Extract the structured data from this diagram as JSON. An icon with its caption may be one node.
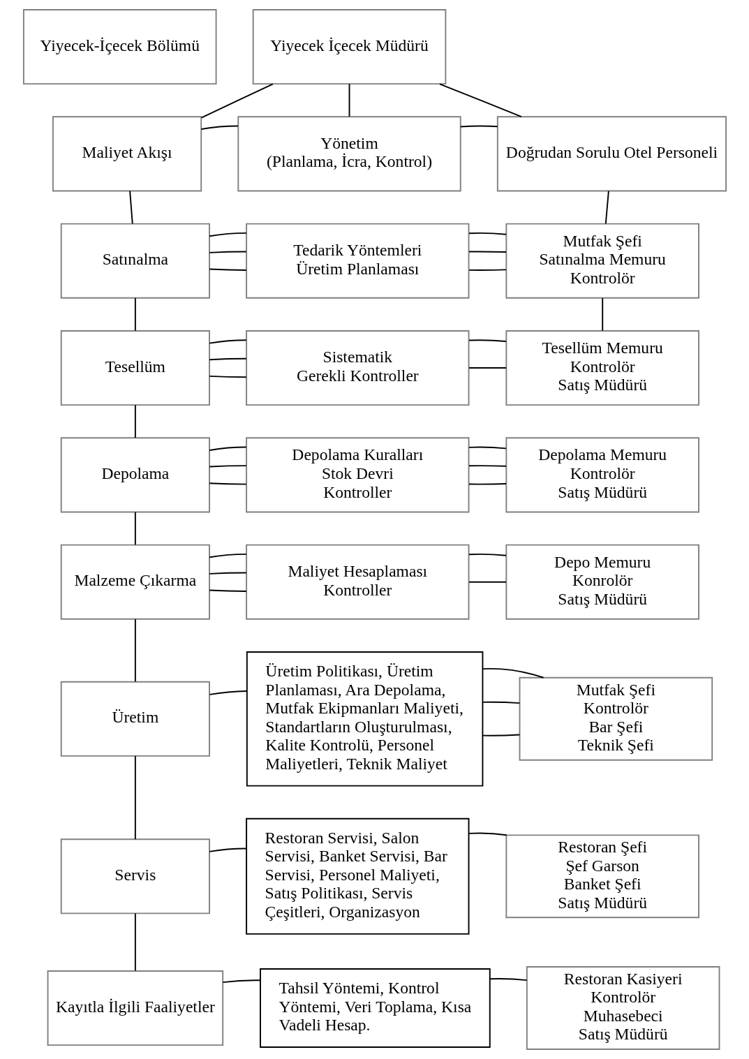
{
  "diagram": {
    "nodes": [
      {
        "text": [
          "Yiyecek-İçecek Bölümü"
        ]
      },
      {
        "text": [
          "Yiyecek İçecek Müdürü"
        ]
      },
      {
        "text": [
          "Maliyet Akışı"
        ]
      },
      {
        "text": [
          "Yönetim",
          "(Planlama, İcra, Kontrol)"
        ]
      },
      {
        "text": [
          "Doğrudan Sorulu Otel Personeli"
        ]
      },
      {
        "text": [
          "Satınalma"
        ]
      },
      {
        "text": [
          "Tedarik Yöntemleri",
          "Üretim Planlaması"
        ]
      },
      {
        "text": [
          "Mutfak Şefi",
          "Satınalma Memuru",
          "Kontrolör"
        ]
      },
      {
        "text": [
          "Tesellüm"
        ]
      },
      {
        "text": [
          "Sistematik",
          "Gerekli Kontroller"
        ]
      },
      {
        "text": [
          "Tesellüm Memuru",
          "Kontrolör",
          "Satış Müdürü"
        ]
      },
      {
        "text": [
          "Depolama"
        ]
      },
      {
        "text": [
          "Depolama Kuralları",
          "Stok Devri",
          "Kontroller"
        ]
      },
      {
        "text": [
          "Depolama Memuru",
          "Kontrolör",
          "Satış Müdürü"
        ]
      },
      {
        "text": [
          "Malzeme Çıkarma"
        ]
      },
      {
        "text": [
          "Maliyet Hesaplaması",
          "Kontroller"
        ]
      },
      {
        "text": [
          "Depo Memuru",
          "Konrolör",
          "Satış Müdürü"
        ]
      },
      {
        "text": [
          "Üretim"
        ]
      },
      {
        "text": [
          "Üretim Politikası, Üretim Planlaması, Ara Depolama, Mutfak Ekipmanları Maliyeti, Standartların Oluşturulması, Kalite Kontrolü, Personel Maliyetleri, Teknik Maliyet"
        ]
      },
      {
        "text": [
          "Mutfak Şefi",
          "Kontrolör",
          "Bar Şefi",
          "Teknik Şefi"
        ]
      },
      {
        "text": [
          "Servis"
        ]
      },
      {
        "text": [
          "Restoran Servisi, Salon Servisi, Banket Servisi, Bar Servisi, Personel Maliyeti, Satış Politikası, Servis Çeşitleri, Organizasyon"
        ]
      },
      {
        "text": [
          "Restoran Şefi",
          "Şef Garson",
          "Banket Şefi",
          "Satış Müdürü"
        ]
      },
      {
        "text": [
          "Kayıtla İlgili Faaliyetler"
        ]
      },
      {
        "text": [
          "Tahsil Yöntemi, Kontrol Yöntemi, Veri Toplama, Kısa Vadeli Hesap."
        ]
      },
      {
        "text": [
          "Restoran Kasiyeri",
          "Kontrolör",
          "Muhasebeci",
          "Satış Müdürü"
        ]
      }
    ],
    "edges": [
      {
        "from": 1,
        "to": 2,
        "arrow": "none"
      },
      {
        "from": 1,
        "to": 3,
        "arrow": "none"
      },
      {
        "from": 1,
        "to": 4,
        "arrow": "none"
      },
      {
        "from": 2,
        "to": 3,
        "arrow": "none"
      },
      {
        "from": 3,
        "to": 4,
        "arrow": "none"
      },
      {
        "from": 2,
        "to": 5,
        "arrow": "none"
      },
      {
        "from": 4,
        "to": 7,
        "arrow": "none"
      },
      {
        "from": 5,
        "to": 6,
        "arrow": "none"
      },
      {
        "from": 5,
        "to": 6,
        "arrow": "none"
      },
      {
        "from": 5,
        "to": 6,
        "arrow": "none"
      },
      {
        "from": 6,
        "to": 7,
        "arrow": "none"
      },
      {
        "from": 6,
        "to": 7,
        "arrow": "none"
      },
      {
        "from": 6,
        "to": 7,
        "arrow": "none"
      },
      {
        "from": 7,
        "to": 10,
        "arrow": "none"
      },
      {
        "from": 5,
        "to": 8,
        "arrow": "none"
      },
      {
        "from": 8,
        "to": 9,
        "arrow": "none"
      },
      {
        "from": 8,
        "to": 9,
        "arrow": "none"
      },
      {
        "from": 8,
        "to": 9,
        "arrow": "none"
      },
      {
        "from": 9,
        "to": 10,
        "arrow": "none"
      },
      {
        "from": 9,
        "to": 10,
        "arrow": "none"
      },
      {
        "from": 8,
        "to": 11,
        "arrow": "none"
      },
      {
        "from": 11,
        "to": 12,
        "arrow": "none"
      },
      {
        "from": 11,
        "to": 12,
        "arrow": "none"
      },
      {
        "from": 11,
        "to": 12,
        "arrow": "none"
      },
      {
        "from": 12,
        "to": 13,
        "arrow": "none"
      },
      {
        "from": 12,
        "to": 13,
        "arrow": "none"
      },
      {
        "from": 12,
        "to": 13,
        "arrow": "none"
      },
      {
        "from": 11,
        "to": 14,
        "arrow": "none"
      },
      {
        "from": 14,
        "to": 15,
        "arrow": "none"
      },
      {
        "from": 14,
        "to": 15,
        "arrow": "none"
      },
      {
        "from": 14,
        "to": 15,
        "arrow": "none"
      },
      {
        "from": 15,
        "to": 16,
        "arrow": "none"
      },
      {
        "from": 15,
        "to": 16,
        "arrow": "none"
      },
      {
        "from": 14,
        "to": 17,
        "arrow": "none"
      },
      {
        "from": 17,
        "to": 18,
        "arrow": "none"
      },
      {
        "from": 18,
        "to": 19,
        "arrow": "none"
      },
      {
        "from": 18,
        "to": 19,
        "arrow": "none"
      },
      {
        "from": 18,
        "to": 19,
        "arrow": "none"
      },
      {
        "from": 17,
        "to": 20,
        "arrow": "none"
      },
      {
        "from": 20,
        "to": 21,
        "arrow": "none"
      },
      {
        "from": 21,
        "to": 22,
        "arrow": "none"
      },
      {
        "from": 20,
        "to": 23,
        "arrow": "none"
      },
      {
        "from": 23,
        "to": 24,
        "arrow": "none"
      },
      {
        "from": 24,
        "to": 25,
        "arrow": "none"
      }
    ]
  }
}
